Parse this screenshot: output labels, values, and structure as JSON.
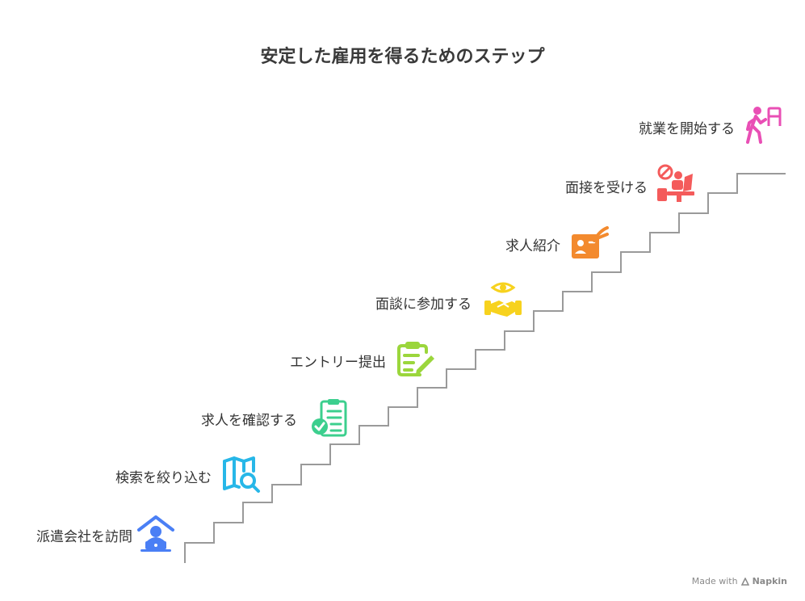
{
  "title": "安定した雇用を得るためのステップ",
  "steps": [
    {
      "label": "派遣会社を訪問",
      "icon": "office-worker-icon",
      "color": "#4a7ff5"
    },
    {
      "label": "検索を絞り込む",
      "icon": "map-search-icon",
      "color": "#27b7e8"
    },
    {
      "label": "求人を確認する",
      "icon": "clipboard-check-icon",
      "color": "#3ccf8e"
    },
    {
      "label": "エントリー提出",
      "icon": "clipboard-pen-icon",
      "color": "#9bd63c"
    },
    {
      "label": "面談に参加する",
      "icon": "handshake-eye-icon",
      "color": "#f7d21e"
    },
    {
      "label": "求人紹介",
      "icon": "id-card-icon",
      "color": "#f38a2e"
    },
    {
      "label": "面接を受ける",
      "icon": "interview-icon",
      "color": "#f45b5b"
    },
    {
      "label": "就業を開始する",
      "icon": "walk-to-door-icon",
      "color": "#e94fb5"
    }
  ],
  "footer": {
    "made_with": "Made with",
    "brand": "Napkin"
  }
}
